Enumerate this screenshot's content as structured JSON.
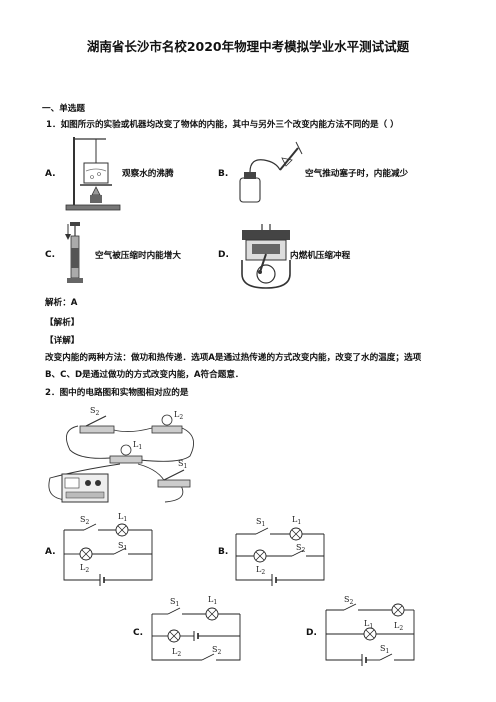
{
  "doc_title": "湖南省长沙市名校2020年物理中考模拟学业水平测试试题",
  "section_title": "一、单选题",
  "q1": {
    "stem": "1．如图所示的实验或机器均改变了物体的内能，其中与另外三个改变内能方法不同的是（    ）",
    "options": [
      {
        "letter": "A.",
        "caption": "观察水的沸腾"
      },
      {
        "letter": "B.",
        "caption": "空气推动塞子时，内能减少"
      },
      {
        "letter": "C.",
        "caption": "空气被压缩时内能增大"
      },
      {
        "letter": "D.",
        "caption": "内燃机压缩冲程"
      }
    ],
    "answer": "解析：A",
    "analysis_tag": "【解析】",
    "detail_tag": "【详解】",
    "explanation_line1": "改变内能的两种方法：做功和热传递．选项A是通过热传递的方式改变内能，改变了水的温度；选项",
    "explanation_line2": "B、C、D是通过做功的方式改变内能，A符合题意．"
  },
  "q2": {
    "stem": "2．图中的电路图和实物图相对应的是",
    "labels": {
      "s1": "S",
      "s2": "S",
      "l1": "L",
      "l2": "L",
      "sub1": "1",
      "sub2": "2"
    },
    "options": [
      {
        "letter": "A."
      },
      {
        "letter": "B."
      },
      {
        "letter": "C."
      },
      {
        "letter": "D."
      }
    ]
  }
}
